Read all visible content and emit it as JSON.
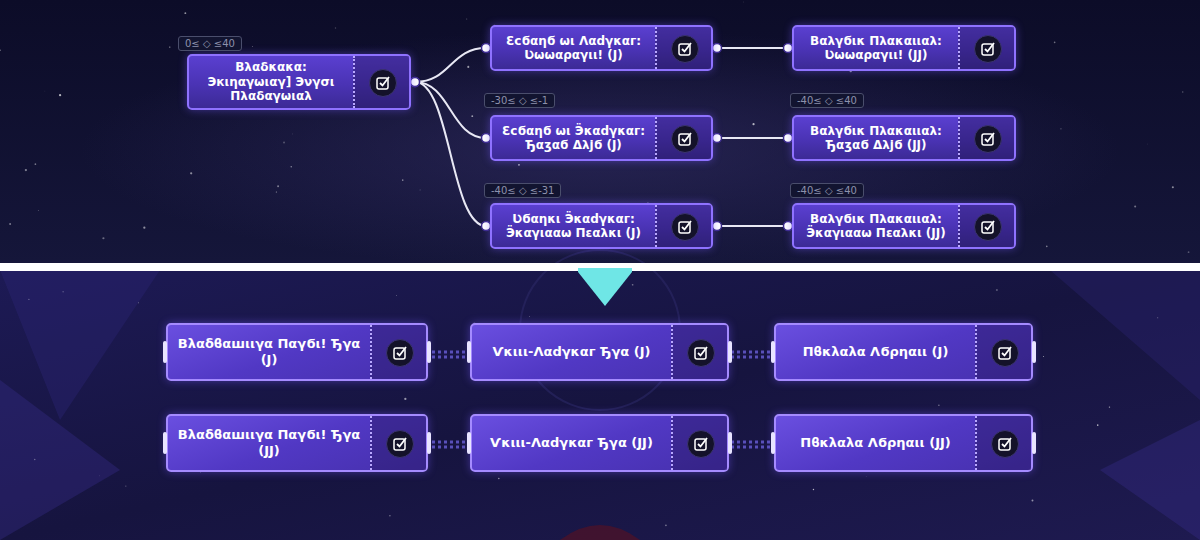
{
  "diagram": {
    "nodes": [
      {
        "text": [
          "Βλαδκακα: Экιηαγωιαγ] Эνγσι Πλαδαγωιαλ"
        ]
      },
      {
        "text": [
          "Ɛϲϭαηϭ ωι Λαdγκαг: Ʋωωαραγιι! (J)"
        ]
      },
      {
        "text": [
          "Ɛϲϭαηϭ ωι Ӭκαdγκαг: Ђαʒαϭ Δλϳϭ (J)"
        ]
      },
      {
        "text": [
          "Ʋϭαηκι Ӭκαdγκαг: Ӭκαγιααω Πεαλκι (J)"
        ]
      },
      {
        "text": [
          "Βαλγϭικ Πλακαιιαλ: Ʋωωαραγιι! (JJ)"
        ]
      },
      {
        "text": [
          "Βαλγϭικ Πλακαιιαλ: Ђαʒαϭ Δλϳϭ (JJ)"
        ]
      },
      {
        "text": [
          "Βαλγϭικ Πλακαιιαλ: Ӭκαγιααω Πεαλκι (JJ)"
        ]
      },
      {
        "text": [
          "Βλαδϐαшιιγα Παγϭι! Ђγα (J)"
        ]
      },
      {
        "text": [
          "Ѵκιιι-Λαdγκαг Ђγα (J)"
        ]
      },
      {
        "text": [
          "Πϐκλαλα Λϭρηαιι (J)"
        ]
      },
      {
        "text": [
          "Βλαδϐαшιιγα Παγϭι! Ђγα (JJ)"
        ]
      },
      {
        "text": [
          "Ѵκιιι-Λαdγκαг Ђγα (JJ)"
        ]
      },
      {
        "text": [
          "Πϐκλαλα Λϭρηαιι (JJ)"
        ]
      }
    ],
    "edges": [
      {
        "from": 0,
        "to": 1,
        "arrow": "none"
      },
      {
        "from": 0,
        "to": 2,
        "arrow": "none"
      },
      {
        "from": 0,
        "to": 3,
        "arrow": "none"
      },
      {
        "from": 1,
        "to": 4,
        "arrow": "none"
      },
      {
        "from": 2,
        "to": 5,
        "arrow": "none"
      },
      {
        "from": 3,
        "to": 6,
        "arrow": "none"
      }
    ],
    "labels": [
      "0≤ ◇ ≤40",
      "-30≤ ◇ ≤-1",
      "-40≤ ◇ ≤40",
      "-40≤ ◇ ≤-31",
      "-40≤ ◇ ≤40"
    ]
  }
}
